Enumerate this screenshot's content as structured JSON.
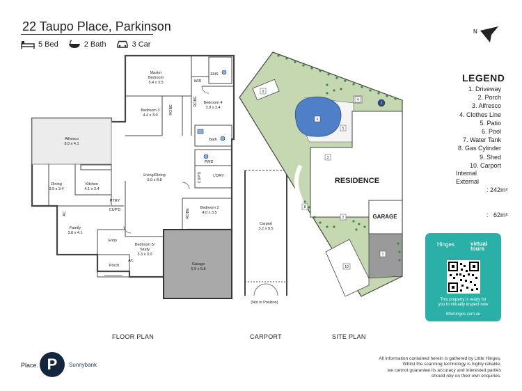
{
  "header": {
    "address": "22 Taupo Place, Parkinson",
    "beds": "5 Bed",
    "baths": "2 Bath",
    "cars": "3 Car",
    "north": "N"
  },
  "rooms": {
    "master": "Master",
    "master2": "Bedroom",
    "master_dim": "5.4 x 3.5",
    "ens": "ENS",
    "wir": "WIR",
    "robe1": "ROBE",
    "bed4": "Bedroom 4",
    "bed4_dim": "3.0 x 3.4",
    "bed3": "Bedroom 3",
    "bed3_dim": "4.4 x 3.0",
    "robe2": "ROBE",
    "alfresco": "Alfresco",
    "alfresco_dim": "8.0 x 4.1",
    "bath": "Bath",
    "pwd": "PWD",
    "cupd1": "CUP'D",
    "ldry": "L'DRY",
    "living": "Living/Dining",
    "living_dim": "5.0 x 8.8",
    "dining": "Dining",
    "dining_dim": "3.9 x 3.4",
    "kitchen": "Kitchen",
    "kitchen_dim": "4.1 x 3.4",
    "ptry": "PTRY",
    "cupd2": "CUP'D",
    "ac1": "AC",
    "family": "Family",
    "family_dim": "3.8 x 4.1",
    "entry": "Entry",
    "porch": "Porch",
    "bed5": "Bedroom 5/",
    "bed5b": "Study",
    "bed5_dim": "3.3 x 3.0",
    "ac2": "AC",
    "bed2": "Bedroom 2",
    "bed2_dim": "4.0 x 3.5",
    "robe3": "ROBE",
    "garage": "Garage",
    "garage_dim": "5.9 x 5.8",
    "carport": "Carport",
    "carport_dim": "3.2 x 9.5",
    "not_in_position": "(Not in Position)"
  },
  "site": {
    "residence": "RESIDENCE",
    "garage": "GARAGE",
    "n1": "1",
    "n2": "2",
    "n3": "3",
    "n4": "4",
    "n5": "5",
    "n6": "6",
    "n7": "7",
    "n8": "8",
    "n9": "9",
    "n10": "10"
  },
  "legend": {
    "title": "LEGEND",
    "items": [
      "1. Driveway",
      "2. Porch",
      "3. Alfresco",
      "4. Clothes Line",
      "5. Patio",
      "6. Pool",
      "7. Water Tank",
      "8. Gas Cylinder",
      "9. Shed",
      "10. Carport"
    ],
    "internal_label": "Internal",
    "internal_value": ": 242m²",
    "external_label": "External",
    "external_value": ":   62m²"
  },
  "labels": {
    "floor_plan": "FLOOR PLAN",
    "carport": "CARPORT",
    "site_plan": "SITE PLAN"
  },
  "card": {
    "logo": "Hinges",
    "tag1": "virtual",
    "tag2": "tours",
    "text1": "This property is ready for",
    "text2": "you to virtually inspect now",
    "url": "littlehinges.com.au"
  },
  "brand": {
    "place": "Place.",
    "letter": "P",
    "sub": "Sunnybank"
  },
  "disclaimer": [
    "All information contained herein is gathered by Little Hinges.",
    "Whilst the scanning technology is highly reliable,",
    "we cannot guarantee its accuracy and interested parties",
    "should rely on their own enquiries."
  ],
  "colors": {
    "lawn": "#c5d8b2",
    "pool": "#4f7fc6",
    "driveway": "#9a9a9a",
    "garage_floor": "#a9a9a9",
    "card": "#2ab0a6",
    "brand": "#14263d"
  }
}
